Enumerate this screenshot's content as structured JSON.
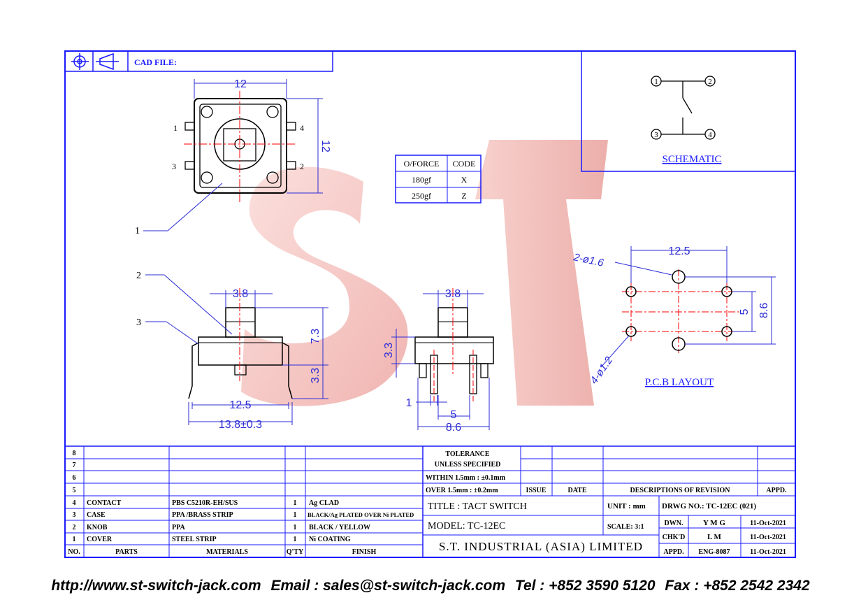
{
  "header": {
    "cad_file_label": "CAD FILE:"
  },
  "watermark": {
    "text": "ST"
  },
  "top_view": {
    "dim_width": "12",
    "dim_height": "12",
    "pin_1": "1",
    "pin_2": "2",
    "pin_3": "3",
    "pin_4": "4",
    "callout_1": "1"
  },
  "force_table": {
    "headers": [
      "O/FORCE",
      "CODE"
    ],
    "rows": [
      [
        "180gf",
        "X"
      ],
      [
        "250gf",
        "Z"
      ]
    ]
  },
  "schematic": {
    "title": "SCHEMATIC",
    "pins": [
      "1",
      "2",
      "3",
      "4"
    ]
  },
  "side_view": {
    "callout_2": "2",
    "callout_3": "3",
    "dim_knob": "3.8",
    "dim_height_total": "7.3",
    "dim_height_body": "3.3",
    "dim_pitch": "12.5",
    "dim_width_total": "13.8±0.3"
  },
  "front_view": {
    "dim_knob": "3.8",
    "dim_body": "3.3",
    "dim_pin": "1",
    "dim_pitch": "5",
    "dim_width": "8.6"
  },
  "pcb_layout": {
    "title": "P.C.B LAYOUT",
    "dim_width": "12.5",
    "dim_pitch": "5",
    "dim_height": "8.6",
    "hole_large": "2-ø1.6",
    "hole_small": "4-ø1.2"
  },
  "parts_table": {
    "headers": {
      "no": "NO.",
      "parts": "PARTS",
      "materials": "MATERIALS",
      "qty": "Q'TY",
      "finish": "FINISH"
    },
    "empty_rows": [
      "8",
      "7",
      "6",
      "5"
    ],
    "rows": [
      {
        "no": "4",
        "part": "CONTACT",
        "material": "PBS C5210R-EH/SUS",
        "qty": "1",
        "finish": "Ag CLAD"
      },
      {
        "no": "3",
        "part": "CASE",
        "material": "PPA /BRASS STRIP",
        "qty": "1",
        "finish": "BLACK/Ag PLATED OVER Ni PLATED"
      },
      {
        "no": "2",
        "part": "KNOB",
        "material": "PPA",
        "qty": "1",
        "finish": "BLACK / YELLOW"
      },
      {
        "no": "1",
        "part": "COVER",
        "material": "STEEL STRIP",
        "qty": "1",
        "finish": "Ni COATING"
      }
    ]
  },
  "tolerance": {
    "line1": "TOLERANCE",
    "line2": "UNLESS   SPECIFIED",
    "line3": "WITHIN 1.5mm : ±0.1mm",
    "line4": "OVER 1.5mm : ±0.2mm"
  },
  "revision": {
    "issue": "ISSUE",
    "date": "DATE",
    "descriptions": "DESCRIPTIONS  OF  REVISION",
    "appd": "APPD."
  },
  "title_block": {
    "title": "TITLE : TACT SWITCH",
    "unit": "UNIT :   mm",
    "drwg": "DRWG NO.: TC-12EC (021)",
    "model": "MODEL: TC-12EC",
    "scale": "SCALE:   3:1",
    "company": "S.T.  INDUSTRIAL  (ASIA)  LIMITED",
    "dwn_label": "DWN.",
    "dwn_value": "Y M G",
    "dwn_date": "11-Oct-2021",
    "chkd_label": "CHK'D",
    "chkd_value": "L M",
    "chkd_date": "11-Oct-2021",
    "appd_label": "APPD.",
    "appd_value": "ENG-8087",
    "appd_date": "11-Oct-2021"
  },
  "footer": {
    "url": "http://www.st-switch-jack.com",
    "email": "Email : sales@st-switch-jack.com",
    "tel": "Tel : +852 3590 5120",
    "fax": "Fax : +852 2542 2342"
  },
  "colors": {
    "line": "#1a1aff",
    "dim": "#2b2bd6",
    "center": "#ff0000",
    "watermark": "#f2b3b0",
    "part": "#000000"
  }
}
